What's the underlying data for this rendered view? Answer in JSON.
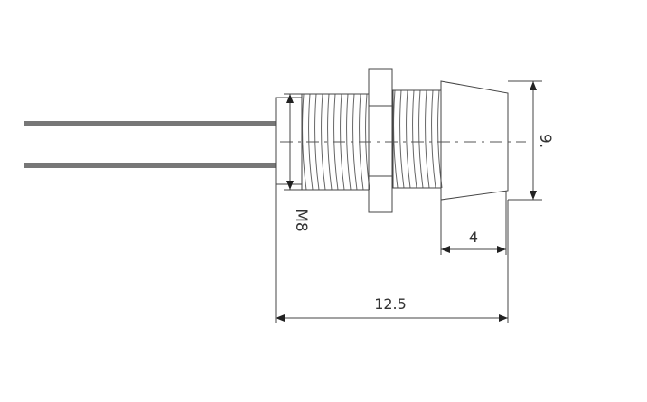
{
  "drawing": {
    "dim_thread": "M8",
    "dim_diameter": "9.",
    "dim_cone_length": "4",
    "dim_total_length": "12.5"
  },
  "colors": {
    "wire": "#777777",
    "line": "#444444"
  }
}
